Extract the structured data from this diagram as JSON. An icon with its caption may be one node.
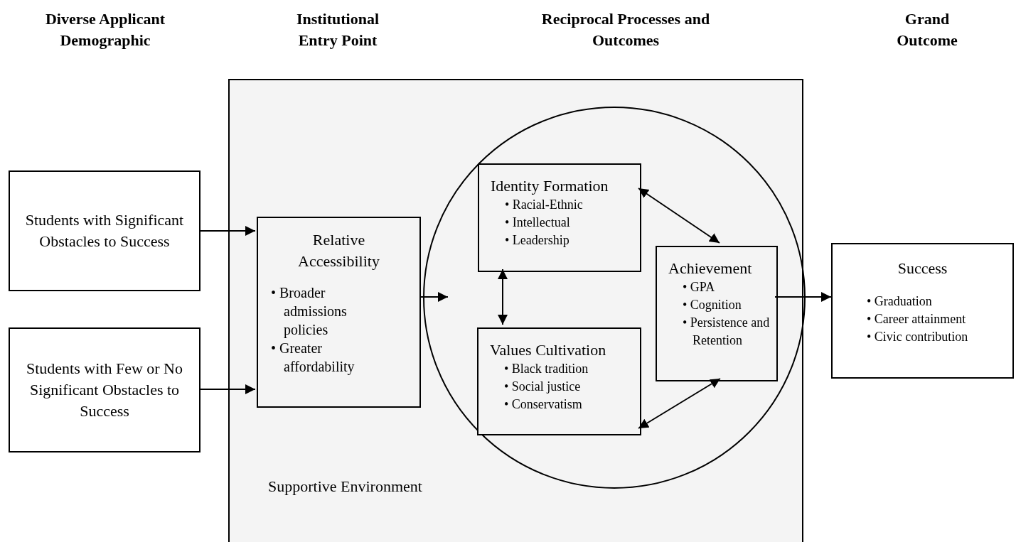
{
  "diagram": {
    "nodes": [
      {
        "text": [
          "Students with Significant Obstacles to Success"
        ]
      },
      {
        "text": [
          "Students with Few or No Significant Obstacles to Success"
        ]
      },
      {
        "text": [
          "Supportive Environment"
        ]
      },
      {
        "text": [],
        "shape": "circle",
        "in": 2
      },
      {
        "text": [
          "Relative Accessibility",
          "• Broader admissions policies",
          "• Greater affordability"
        ],
        "in": 2
      },
      {
        "text": [
          "Identity Formation",
          "• Racial-Ethnic",
          "• Intellectual",
          "• Leadership"
        ],
        "in": 3
      },
      {
        "text": [
          "Values Cultivation",
          "• Black tradition",
          "• Social justice",
          "• Conservatism"
        ],
        "in": 3
      },
      {
        "text": [
          "Achievement",
          "• GPA",
          "• Cognition",
          "• Persistence and Retention"
        ],
        "in": 3
      },
      {
        "text": [
          "Success",
          "• Graduation",
          "• Career attainment",
          "• Civic contribution"
        ]
      }
    ],
    "edges": [
      {
        "from": 0,
        "to": 4,
        "arrow": "to"
      },
      {
        "from": 1,
        "to": 4,
        "arrow": "to"
      },
      {
        "from": 4,
        "to": 3,
        "arrow": "to"
      },
      {
        "from": 5,
        "to": 6,
        "arrow": "both"
      },
      {
        "from": 5,
        "to": 7,
        "arrow": "both"
      },
      {
        "from": 6,
        "to": 7,
        "arrow": "both"
      },
      {
        "from": 7,
        "to": 8,
        "arrow": "to"
      }
    ],
    "labels": [
      "Diverse Applicant Demographic",
      "Institutional Entry Point",
      "Reciprocal Processes and Outcomes",
      "Grand Outcome"
    ]
  }
}
